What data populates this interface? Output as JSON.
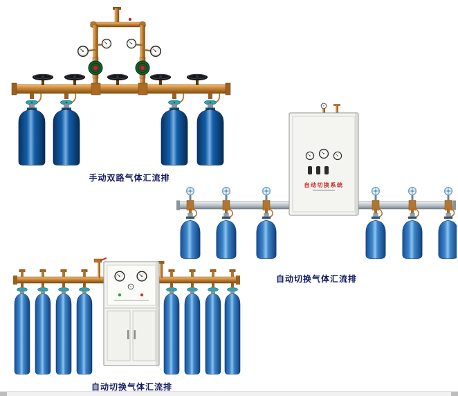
{
  "page": {
    "background": "#ffffff",
    "caption_color": "#141b63"
  },
  "colors": {
    "brass": "#b3762e",
    "cylinder_dark_blue": "#125fa9",
    "cylinder_blue": "#3c85c9",
    "valve_teal": "#2fa3b5",
    "manifold_silver": "#b5bec4",
    "cabinet_white": "#f4f4f1",
    "cabinet_label_red": "#c62828"
  },
  "figures": [
    {
      "id": "manual-dual-manifold",
      "caption": "手动双路气体汇流排",
      "cylinder_count": 4
    },
    {
      "id": "auto-switch-manifold-wall",
      "caption": "自动切换气体汇流排",
      "cabinet_label": "自动切换系统",
      "cylinder_count": 6
    },
    {
      "id": "auto-switch-manifold-floor",
      "caption": "自动切换气体汇流排",
      "cylinder_count": 8
    }
  ]
}
